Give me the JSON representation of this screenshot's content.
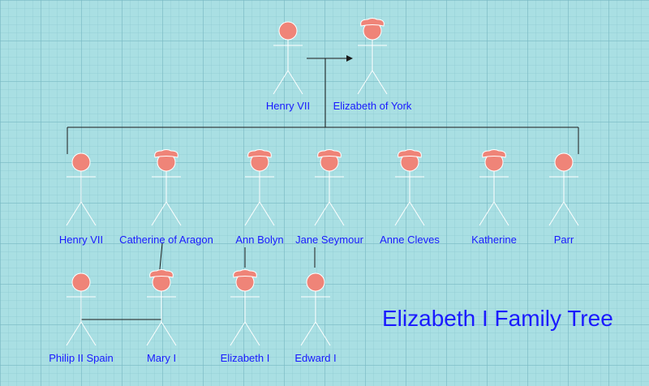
{
  "title": "Elizabeth I Family Tree",
  "people": {
    "p1": {
      "label": "Henry VII",
      "hat": false
    },
    "p2": {
      "label": "Elizabeth of York",
      "hat": true
    },
    "p3": {
      "label": "Henry VII",
      "hat": false
    },
    "p4": {
      "label": "Catherine of Aragon",
      "hat": true
    },
    "p5": {
      "label": "Ann Bolyn",
      "hat": true
    },
    "p6": {
      "label": "Jane Seymour",
      "hat": true
    },
    "p7": {
      "label": "Anne Cleves",
      "hat": true
    },
    "p8": {
      "label": "Katherine",
      "hat": true
    },
    "p9": {
      "label": "Parr",
      "hat": false
    },
    "p10": {
      "label": "Philip II Spain",
      "hat": false
    },
    "p11": {
      "label": "Mary I",
      "hat": true
    },
    "p12": {
      "label": "Elizabeth I",
      "hat": true
    },
    "p13": {
      "label": "Edward I",
      "hat": false
    }
  },
  "colors": {
    "background": "#a9dfe3",
    "head": "#ef8478",
    "body_stroke": "#ffffff",
    "line": "#1a1a1a",
    "text": "#1a1aff"
  }
}
